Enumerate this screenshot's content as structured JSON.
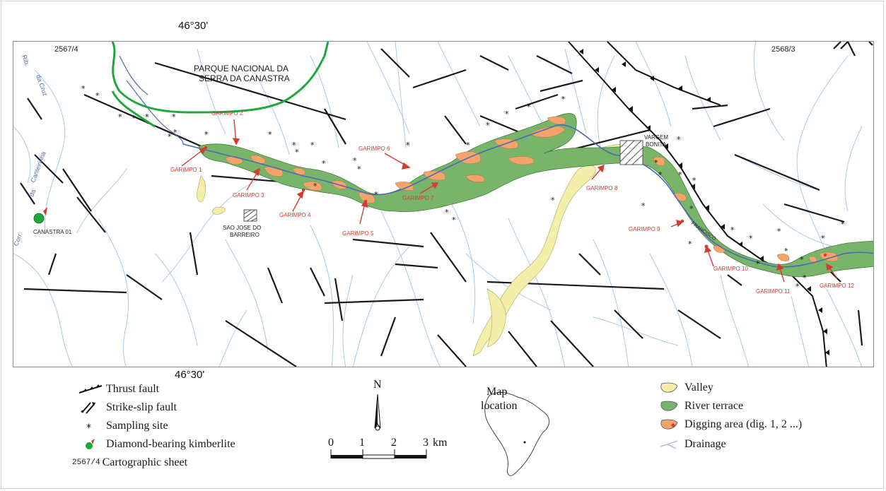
{
  "coords": {
    "top_lon": "46°30'",
    "bottom_lon": "46°30'"
  },
  "sheets": {
    "left": "2567/4",
    "right": "2568/3"
  },
  "map_labels": {
    "park_line1": "PARQUE NACIONAL DA",
    "park_line2": "SERRA DA CANASTRA",
    "town1_line1": "SAO JOSE DO",
    "town1_line2": "BARREIRO",
    "town2_line1": "VARGEM",
    "town2_line2": "BONITA",
    "kimberlite": "CANASTRA 01",
    "river": "FRANCISCO",
    "rib": "Rib.",
    "rib2": "da Cruz",
    "corr": "Corr.",
    "corr2": "da",
    "corr3": "Canteirinha"
  },
  "garimpos": [
    "GARIMPO 1",
    "GARIMPO 2",
    "GARIMPO 3",
    "GARIMPO 4",
    "GARIMPO 5",
    "GARIMPO 6",
    "GARIMPO 7",
    "GARIMPO 8",
    "GARIMPO 9",
    "GARIMPO 10",
    "GARIMPO 11",
    "GARIMPO 12"
  ],
  "legend_left": {
    "thrust": "Thrust fault",
    "strike": "Strike-slip fault",
    "sampling": "Sampling site",
    "kimberlite": "Diamond-bearing kimberlite",
    "sheet_code": "2567/4",
    "sheet": "Cartographic sheet"
  },
  "scale": {
    "north": "N",
    "t0": "0",
    "t1": "1",
    "t2": "2",
    "t3": "3",
    "unit": "km"
  },
  "inset": {
    "line1": "Map",
    "line2": "location"
  },
  "legend_right": {
    "valley": "Valley",
    "terrace": "River terrace",
    "digging": "Digging area (dig. 1, 2 ...)",
    "drainage": "Drainage"
  },
  "colors": {
    "valley": "#f3efab",
    "terrace": "#79b46b",
    "digging": "#f3a46a",
    "park": "#1fa83a",
    "drainage": "#a9c8e8",
    "garimpo": "#d63b2f"
  }
}
